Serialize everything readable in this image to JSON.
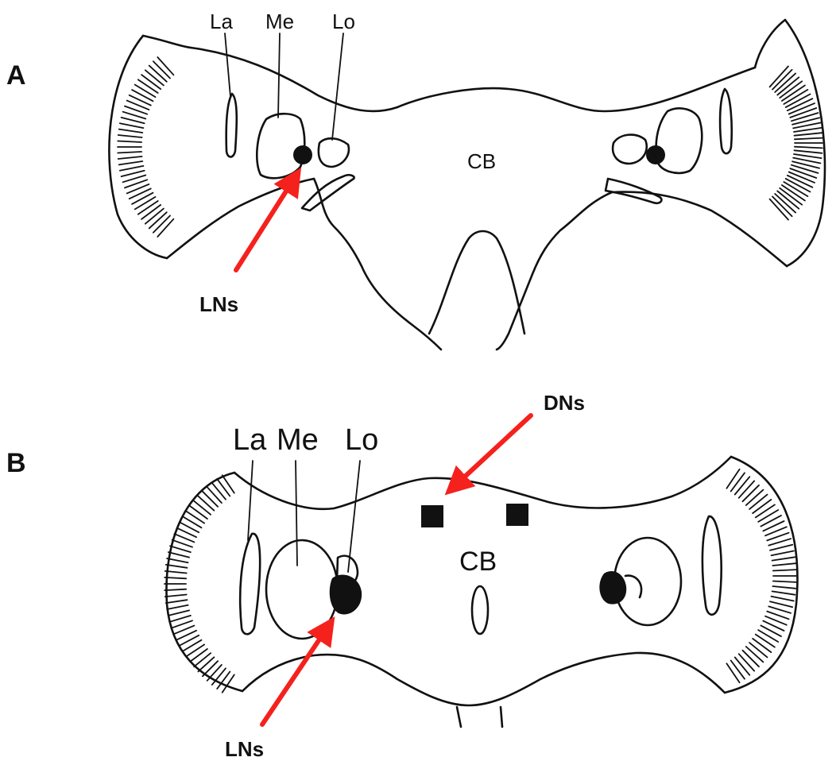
{
  "panel_a": {
    "letter": "A",
    "labels": {
      "la": "La",
      "me": "Me",
      "lo": "Lo"
    },
    "center": "CB",
    "callout": "LNs"
  },
  "panel_b": {
    "letter": "B",
    "labels": {
      "la": "La",
      "me": "Me",
      "lo": "Lo"
    },
    "center": "CB",
    "callout_top": "DNs",
    "callout_bottom": "LNs"
  },
  "colors": {
    "arrow": "#f5211d",
    "ink": "#111111"
  }
}
